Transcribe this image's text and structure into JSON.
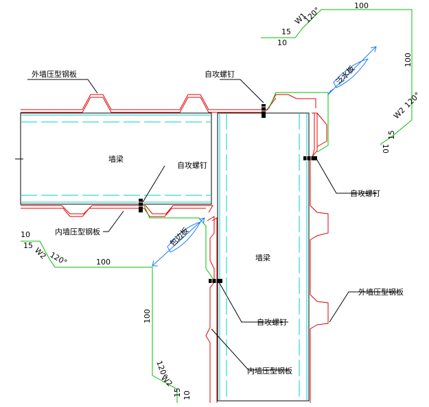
{
  "labels": {
    "outer_panel_top": "外墙压型钢板",
    "outer_panel_right": "外墙压型钢板",
    "inner_panel_left": "内墙压型钢板",
    "inner_panel_bottom": "内墙压型钢板",
    "screw_top": "自攻螺钉",
    "screw_left": "自攻螺钉",
    "screw_right": "自攻螺钉",
    "screw_bottom": "自攻螺钉",
    "beam_left": "墙梁",
    "beam_right": "墙梁",
    "flashing_outer": "泛水板",
    "flashing_inner": "包边板"
  },
  "dims": {
    "w1_top_len": "100",
    "w1_top_right_len": "100",
    "w1_code": "W1",
    "w1_angle": "120°",
    "w1_15": "15",
    "w1_10": "10",
    "w2_right_code": "W2",
    "w2_right_angle": "120°",
    "w2_right_15": "15",
    "w2_right_10": "10",
    "w2_left_code": "W2",
    "w2_left_angle": "120°",
    "w2_left_100": "100",
    "w2_left_15": "15",
    "w2_left_10": "10",
    "w2_bottom_100": "100",
    "w2_bottom_angle": "120°",
    "w2_bottom_code": "W2",
    "w2_bottom_15": "15",
    "w2_bottom_10": "10"
  },
  "colors": {
    "outline": "#000000",
    "panel": "#e00000",
    "flashing": "#00c000",
    "centerline": "#00cccc",
    "leader": "#1a78ff"
  }
}
